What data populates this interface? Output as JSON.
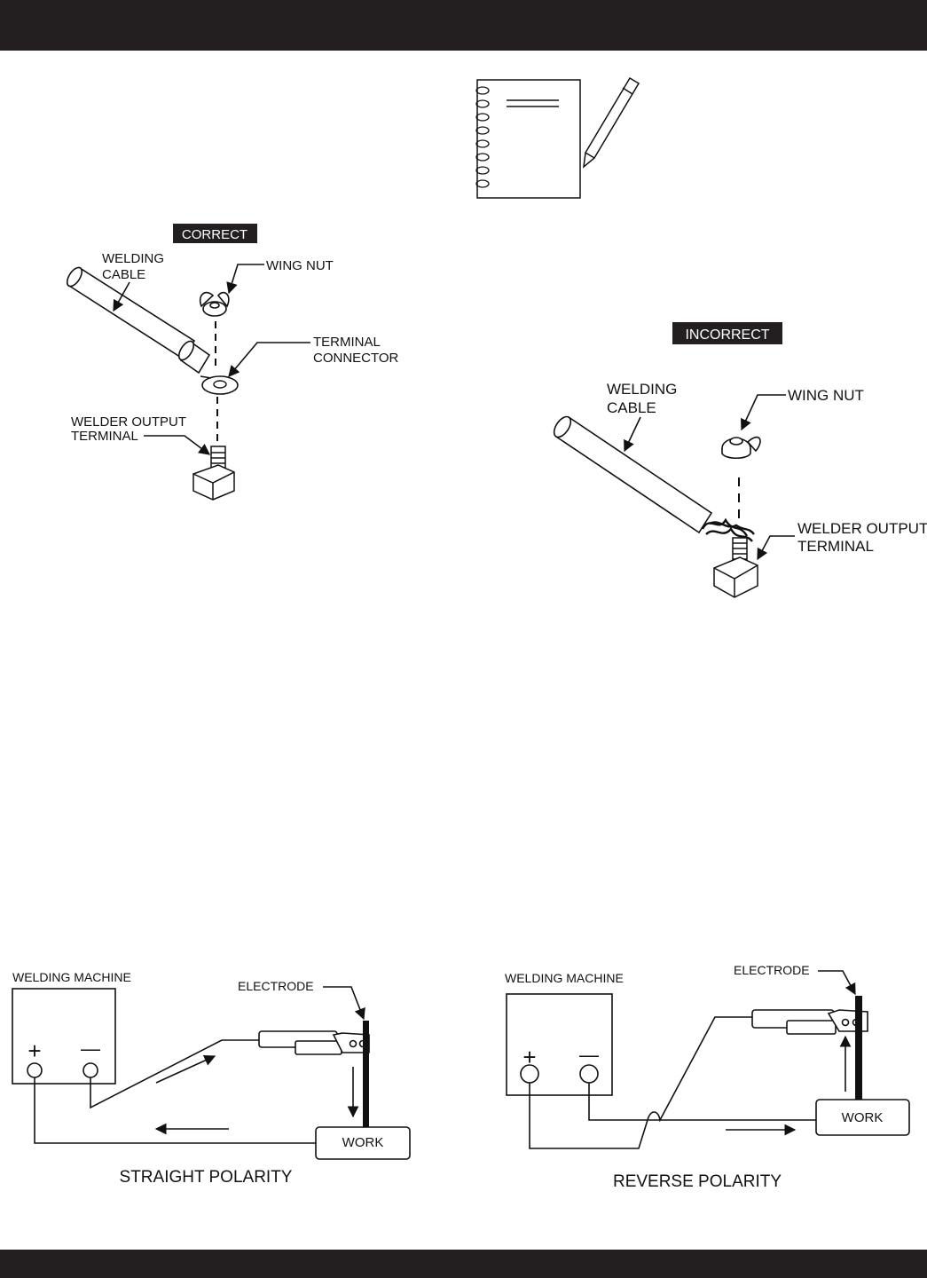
{
  "correct": {
    "badge": "CORRECT",
    "welding_cable": [
      "WELDING",
      "CABLE"
    ],
    "wing_nut": "WING NUT",
    "terminal_connector": [
      "TERMINAL",
      "CONNECTOR"
    ],
    "welder_output_terminal": [
      "WELDER OUTPUT",
      "TERMINAL"
    ]
  },
  "incorrect": {
    "badge": "INCORRECT",
    "welding_cable": [
      "WELDING",
      "CABLE"
    ],
    "wing_nut": "WING NUT",
    "welder_output_terminal": [
      "WELDER OUTPUT",
      "TERMINAL"
    ]
  },
  "straight": {
    "machine": "WELDING MACHINE",
    "electrode": "ELECTRODE",
    "work": "WORK",
    "plus": "+",
    "minus": "—",
    "caption": "STRAIGHT POLARITY"
  },
  "reverse": {
    "machine": "WELDING MACHINE",
    "electrode": "ELECTRODE",
    "work": "WORK",
    "plus": "+",
    "minus": "—",
    "caption": "REVERSE POLARITY"
  },
  "colors": {
    "bar": "#231f20",
    "ink": "#111111"
  },
  "icons": [
    "notebook-pencil-icon"
  ]
}
